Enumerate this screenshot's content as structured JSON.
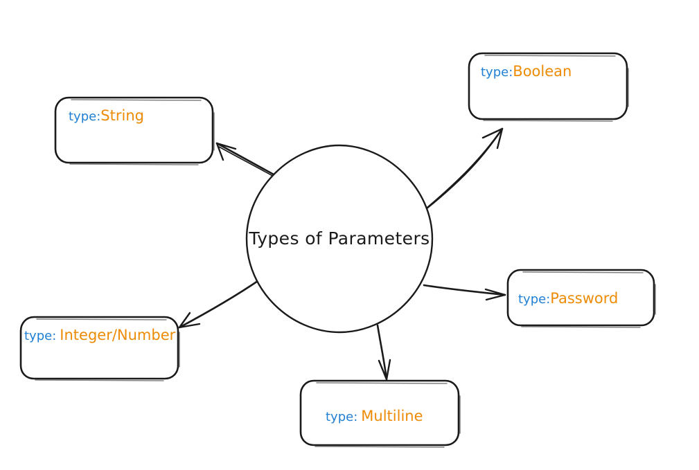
{
  "diagram": {
    "title": "Types of Parameters",
    "type": "mind-map",
    "background_color": "#ffffff",
    "stroke_color": "#1a1a1a",
    "key_color": "#1f7fd4",
    "value_color": "#ed8b05",
    "central_node": {
      "label": "Types of Parameters",
      "shape": "circle"
    },
    "nodes": [
      {
        "id": "string",
        "key": "type:",
        "value": "String",
        "full_label": "type:String",
        "shape": "rounded-rect",
        "position": "top-left"
      },
      {
        "id": "boolean",
        "key": "type:",
        "value": "Boolean",
        "full_label": "type:Boolean",
        "shape": "rounded-rect",
        "position": "top-right"
      },
      {
        "id": "password",
        "key": "type:",
        "value": "Password",
        "full_label": "type:Password",
        "shape": "rounded-rect",
        "position": "right"
      },
      {
        "id": "multiline",
        "key": "type:",
        "value": "Multiline",
        "full_label": "type: Multiline",
        "shape": "rounded-rect",
        "position": "bottom"
      },
      {
        "id": "integer",
        "key": "type:",
        "value": "Integer/Number",
        "full_label": "type: Integer/Number",
        "shape": "rounded-rect",
        "position": "bottom-left"
      }
    ],
    "edges": [
      {
        "from": "Types of Parameters",
        "to": "type:String",
        "arrow": "to"
      },
      {
        "from": "Types of Parameters",
        "to": "type:Boolean",
        "arrow": "to"
      },
      {
        "from": "Types of Parameters",
        "to": "type:Password",
        "arrow": "to"
      },
      {
        "from": "Types of Parameters",
        "to": "type: Multiline",
        "arrow": "to"
      },
      {
        "from": "Types of Parameters",
        "to": "type: Integer/Number",
        "arrow": "to"
      }
    ]
  }
}
